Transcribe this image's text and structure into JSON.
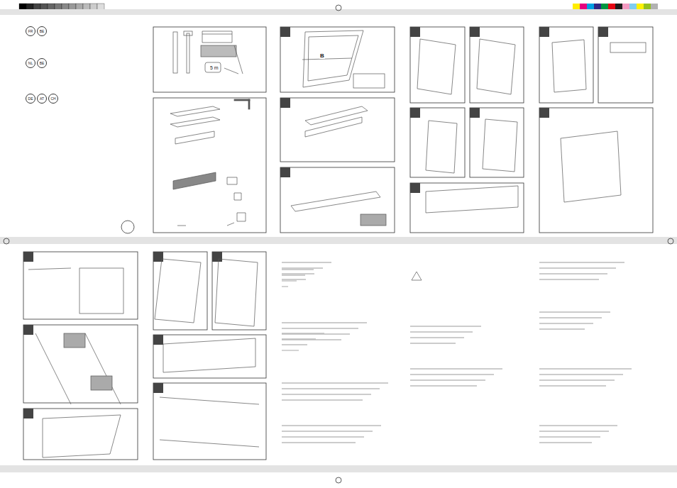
{
  "diagram": {
    "labels": [
      "FR",
      "BE",
      "NL",
      "BE",
      "DE",
      "AT",
      "CH",
      "B",
      "5 m"
    ]
  }
}
